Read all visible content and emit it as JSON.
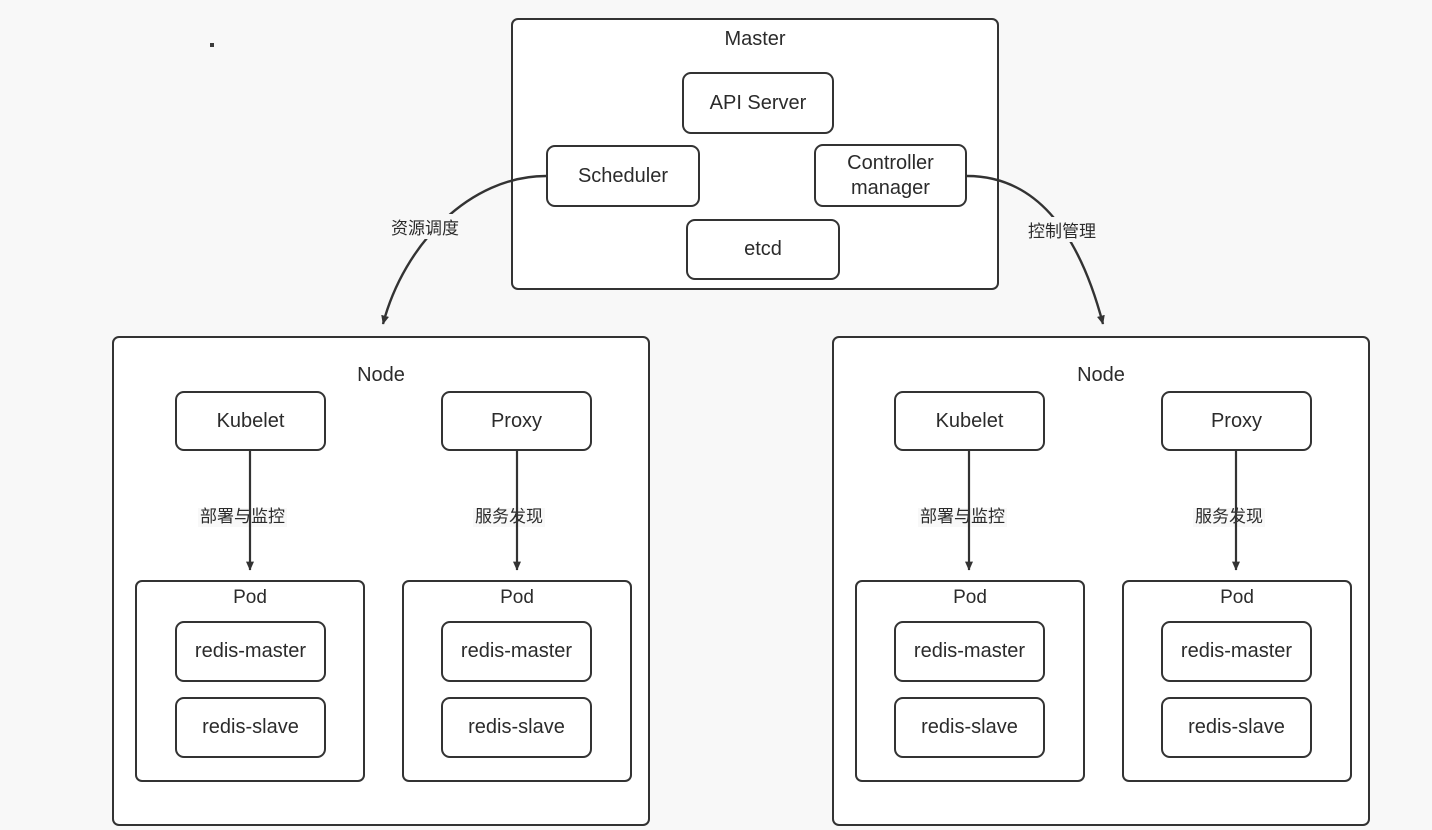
{
  "diagram": {
    "title": "Kubernetes Master-Node Architecture",
    "background_color": "#f8f8f8",
    "stroke_color": "#333333",
    "text_color": "#2b2b2b",
    "master": {
      "label": "Master",
      "components": [
        {
          "label": "API Server"
        },
        {
          "label": "Scheduler"
        },
        {
          "label": "Controller\nmanager"
        },
        {
          "label": "etcd"
        }
      ]
    },
    "master_to_node_edges": [
      {
        "label": "资源调度",
        "from": "Scheduler",
        "to": "Node (left)"
      },
      {
        "label": "控制管理",
        "from": "Controller manager",
        "to": "Node (right)"
      }
    ],
    "nodes": [
      {
        "label": "Node",
        "agents": [
          {
            "label": "Kubelet",
            "edge_label": "部署与监控"
          },
          {
            "label": "Proxy",
            "edge_label": "服务发现"
          }
        ],
        "pods": [
          {
            "label": "Pod",
            "containers": [
              {
                "label": "redis-master"
              },
              {
                "label": "redis-slave"
              }
            ]
          },
          {
            "label": "Pod",
            "containers": [
              {
                "label": "redis-master"
              },
              {
                "label": "redis-slave"
              }
            ]
          }
        ]
      },
      {
        "label": "Node",
        "agents": [
          {
            "label": "Kubelet",
            "edge_label": "部署与监控"
          },
          {
            "label": "Proxy",
            "edge_label": "服务发现"
          }
        ],
        "pods": [
          {
            "label": "Pod",
            "containers": [
              {
                "label": "redis-master"
              },
              {
                "label": "redis-slave"
              }
            ]
          },
          {
            "label": "Pod",
            "containers": [
              {
                "label": "redis-master"
              },
              {
                "label": "redis-slave"
              }
            ]
          }
        ]
      }
    ]
  }
}
